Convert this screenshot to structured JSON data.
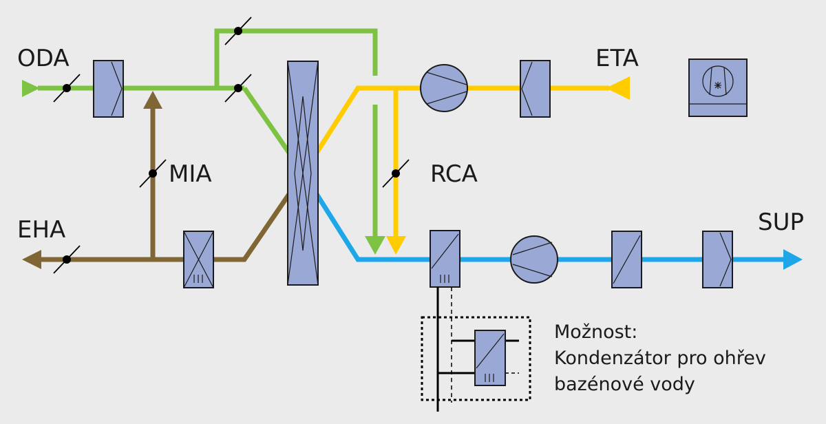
{
  "labels": {
    "oda": "ODA",
    "eta": "ETA",
    "mia": "MIA",
    "rca": "RCA",
    "eha": "EHA",
    "sup": "SUP"
  },
  "note": {
    "line1": "Možnost:",
    "line2": "Kondenzátor pro ohřev",
    "line3": "bazénové vody"
  },
  "colors": {
    "background": "#ebebeb",
    "outdoor_air": "#7dc242",
    "extract_air": "#ffcc00",
    "supply_air": "#1ea7e8",
    "exhaust_air": "#7f6634",
    "component_fill": "#9aa8d6"
  }
}
